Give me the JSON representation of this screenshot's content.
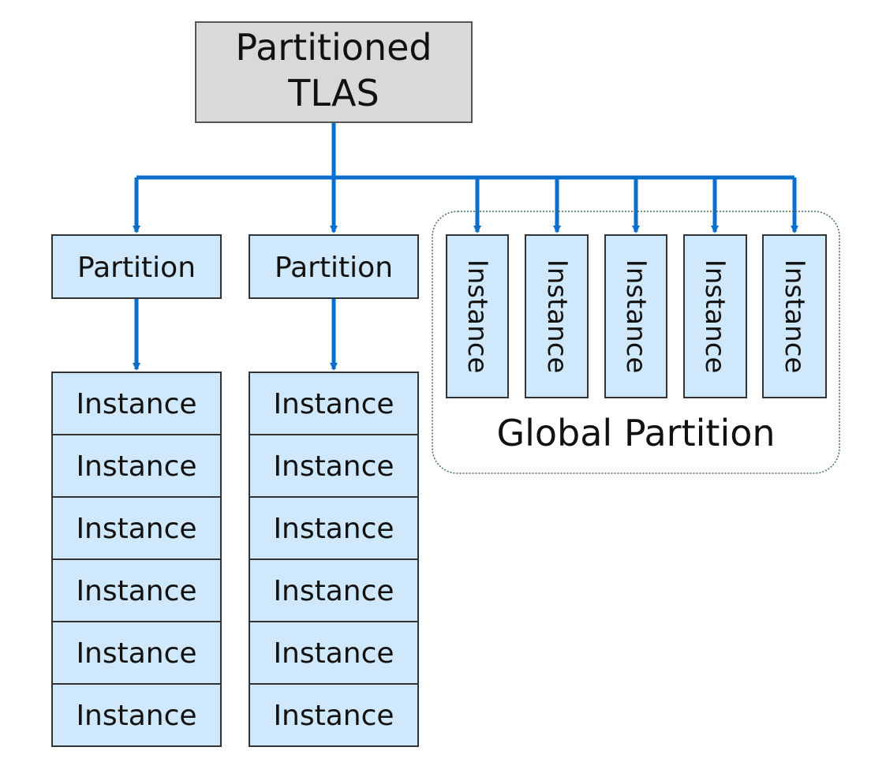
{
  "root": {
    "lines": [
      "Partitioned",
      "TLAS"
    ]
  },
  "partitions": [
    {
      "label": "Partition",
      "instances": [
        "Instance",
        "Instance",
        "Instance",
        "Instance",
        "Instance",
        "Instance"
      ]
    },
    {
      "label": "Partition",
      "instances": [
        "Instance",
        "Instance",
        "Instance",
        "Instance",
        "Instance",
        "Instance"
      ]
    }
  ],
  "global_partition": {
    "label": "Global Partition",
    "instances": [
      "Instance",
      "Instance",
      "Instance",
      "Instance",
      "Instance"
    ]
  },
  "colors": {
    "arrow": "#0a6fcc",
    "root_fill": "#d9d9d9",
    "root_stroke": "#555555",
    "node_fill": "#cfe8fb",
    "node_stroke": "#333333",
    "group_stroke": "#3d6b5a"
  }
}
